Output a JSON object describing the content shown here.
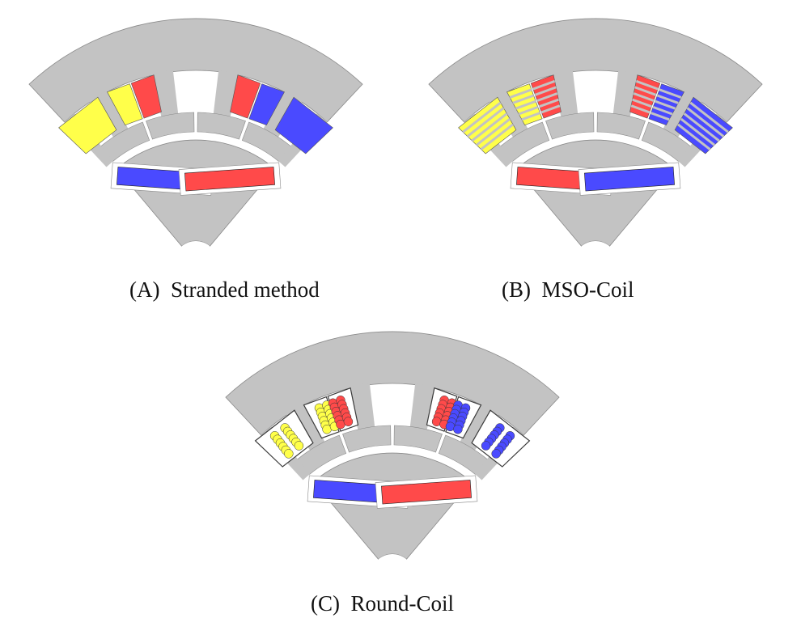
{
  "colors": {
    "background": "#ffffff",
    "steel": "#c3c3c3",
    "edge": "#8a8a8a",
    "phase_yellow": "#ffff4a",
    "phase_red": "#ff4a4a",
    "phase_blue": "#4a4aff",
    "insulation": "#3a3a3a"
  },
  "panels": [
    {
      "id": "A",
      "caption": "(A)  Stranded method",
      "winding": "stranded",
      "slot_phases": [
        [
          "yellow"
        ],
        [
          "yellow",
          "red"
        ],
        [
          "red",
          "blue"
        ],
        [
          "blue"
        ]
      ],
      "magnet_phases": [
        "blue",
        "red"
      ]
    },
    {
      "id": "B",
      "caption": "(B)  MSO-Coil",
      "winding": "mso",
      "slot_phases": [
        [
          "yellow"
        ],
        [
          "yellow",
          "red"
        ],
        [
          "red",
          "blue"
        ],
        [
          "blue"
        ]
      ],
      "magnet_phases": [
        "red",
        "blue"
      ]
    },
    {
      "id": "C",
      "caption": "(C)  Round-Coil",
      "winding": "round",
      "slot_phases": [
        [
          "yellow"
        ],
        [
          "yellow",
          "red"
        ],
        [
          "red",
          "blue"
        ],
        [
          "blue"
        ]
      ],
      "magnet_phases": [
        "blue",
        "red"
      ]
    }
  ]
}
